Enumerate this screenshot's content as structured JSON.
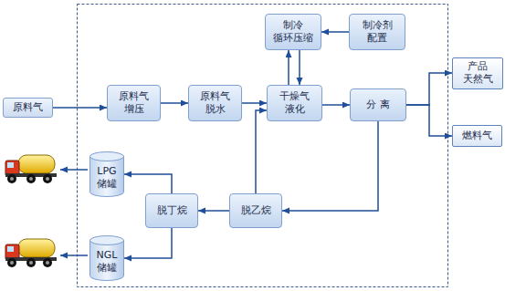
{
  "diagram": {
    "nodes": [
      {
        "text": [
          "制冷 循环压缩"
        ]
      },
      {
        "text": [
          "制冷剂 配置"
        ]
      },
      {
        "text": [
          "产品 天然气"
        ]
      },
      {
        "text": [
          "原料气"
        ]
      },
      {
        "text": [
          "原料气 增压"
        ]
      },
      {
        "text": [
          "原料气 脱水"
        ]
      },
      {
        "text": [
          "干燥气 液化"
        ]
      },
      {
        "text": [
          "分 离"
        ]
      },
      {
        "text": [
          "燃料气"
        ]
      },
      {
        "text": [
          "LPG 储罐"
        ]
      },
      {
        "text": [
          "脱丁烷"
        ]
      },
      {
        "text": [
          "脱乙烷"
        ]
      },
      {
        "text": [
          "NGL 储罐"
        ]
      }
    ],
    "edges": [
      {
        "from": 3,
        "to": 4,
        "arrow": "to"
      },
      {
        "from": 4,
        "to": 5,
        "arrow": "to"
      },
      {
        "from": 5,
        "to": 6,
        "arrow": "to"
      },
      {
        "from": 1,
        "to": 0,
        "arrow": "to"
      },
      {
        "from": 0,
        "to": 6,
        "arrow": "to"
      },
      {
        "from": 6,
        "to": 0,
        "arrow": "to"
      },
      {
        "from": 6,
        "to": 7,
        "arrow": "to"
      },
      {
        "from": 7,
        "to": 2,
        "arrow": "to"
      },
      {
        "from": 7,
        "to": 8,
        "arrow": "to"
      },
      {
        "from": 7,
        "to": 11,
        "arrow": "to"
      },
      {
        "from": 11,
        "to": 6,
        "arrow": "to"
      },
      {
        "from": 11,
        "to": 10,
        "arrow": "to"
      },
      {
        "from": 10,
        "to": 9,
        "arrow": "to"
      },
      {
        "from": 10,
        "to": 12,
        "arrow": "to"
      }
    ]
  }
}
